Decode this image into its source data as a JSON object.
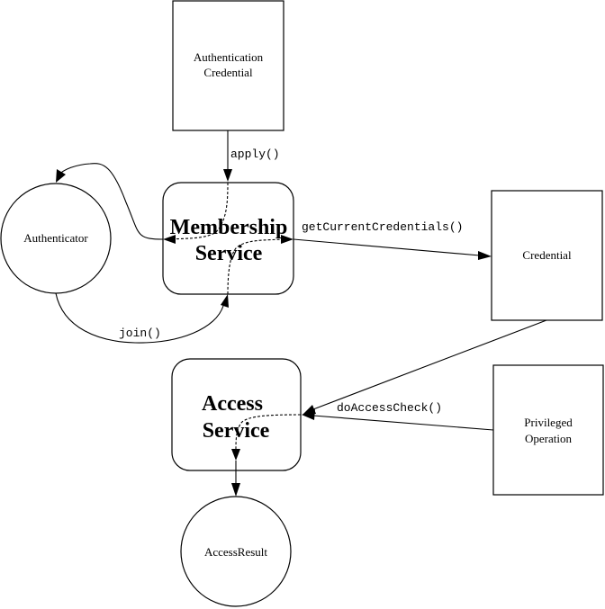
{
  "nodes": {
    "authentication_credential": {
      "line1": "Authentication",
      "line2": "Credential",
      "shape": "rectangle"
    },
    "authenticator": {
      "label": "Authenticator",
      "shape": "circle"
    },
    "membership_service": {
      "line1": "Membership",
      "line2": "Service",
      "shape": "rounded-rectangle"
    },
    "credential": {
      "label": "Credential",
      "shape": "rectangle"
    },
    "access_service": {
      "line1": "Access",
      "line2": "Service",
      "shape": "rounded-rectangle"
    },
    "privileged_operation": {
      "line1": "Privileged",
      "line2": "Operation",
      "shape": "rectangle"
    },
    "access_result": {
      "label": "AccessResult",
      "shape": "circle"
    }
  },
  "edges": {
    "apply": {
      "label": "apply()",
      "from": "Authentication Credential",
      "to": "Membership Service"
    },
    "authenticate": {
      "label": "",
      "from": "Membership Service",
      "to": "Authenticator"
    },
    "join": {
      "label": "join()",
      "from": "Authenticator",
      "to": "Membership Service"
    },
    "get_current_credentials": {
      "label": "getCurrentCredentials()",
      "from": "Membership Service",
      "to": "Credential"
    },
    "do_access_check": {
      "label": "doAccessCheck()",
      "from": "Credential / Privileged Operation",
      "to": "Access Service"
    },
    "result": {
      "label": "",
      "from": "Access Service",
      "to": "AccessResult"
    }
  }
}
